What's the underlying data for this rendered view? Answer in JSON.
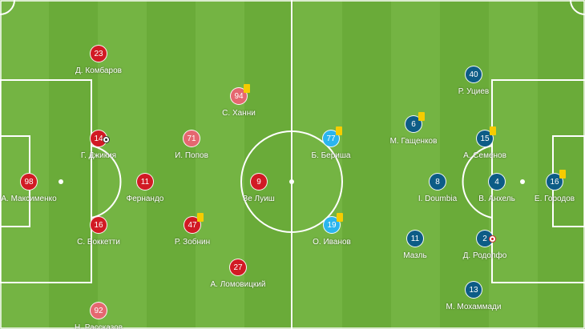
{
  "home_players": [
    {
      "number": "23",
      "name": "Д. Комбаров",
      "sub": false,
      "yellow_card": false,
      "event": ""
    },
    {
      "number": "94",
      "name": "С. Ханни",
      "sub": true,
      "yellow_card": true,
      "event": ""
    },
    {
      "number": "14",
      "name": "Г. Джикия",
      "sub": false,
      "yellow_card": false,
      "event": "ball"
    },
    {
      "number": "71",
      "name": "И. Попов",
      "sub": true,
      "yellow_card": false,
      "event": ""
    },
    {
      "number": "98",
      "name": "А. Максименко",
      "sub": false,
      "yellow_card": false,
      "event": ""
    },
    {
      "number": "11",
      "name": "Фернандо",
      "sub": false,
      "yellow_card": false,
      "event": ""
    },
    {
      "number": "9",
      "name": "Зе Луиш",
      "sub": false,
      "yellow_card": false,
      "event": ""
    },
    {
      "number": "16",
      "name": "С. Боккетти",
      "sub": false,
      "yellow_card": false,
      "event": ""
    },
    {
      "number": "47",
      "name": "Р. Зобнин",
      "sub": false,
      "yellow_card": true,
      "event": ""
    },
    {
      "number": "27",
      "name": "А. Ломовицкий",
      "sub": false,
      "yellow_card": false,
      "event": ""
    },
    {
      "number": "92",
      "name": "Н. Рассказов",
      "sub": true,
      "yellow_card": false,
      "event": ""
    }
  ],
  "away_players": [
    {
      "number": "40",
      "name": "Р. Уциев",
      "sub": false,
      "yellow_card": false,
      "event": ""
    },
    {
      "number": "77",
      "name": "Б. Бериша",
      "sub": true,
      "yellow_card": true,
      "event": ""
    },
    {
      "number": "6",
      "name": "М. Гащенков",
      "sub": false,
      "yellow_card": true,
      "event": ""
    },
    {
      "number": "15",
      "name": "А. Семенов",
      "sub": false,
      "yellow_card": true,
      "event": ""
    },
    {
      "number": "8",
      "name": "I. Doumbia",
      "sub": false,
      "yellow_card": false,
      "event": ""
    },
    {
      "number": "4",
      "name": "В. Анхель",
      "sub": false,
      "yellow_card": false,
      "event": ""
    },
    {
      "number": "16",
      "name": "Е. Городов",
      "sub": false,
      "yellow_card": true,
      "event": ""
    },
    {
      "number": "19",
      "name": "О. Иванов",
      "sub": true,
      "yellow_card": true,
      "event": ""
    },
    {
      "number": "11",
      "name": "Мазль",
      "sub": false,
      "yellow_card": false,
      "event": ""
    },
    {
      "number": "2",
      "name": "Д. Родолфо",
      "sub": false,
      "yellow_card": false,
      "event": "sub-out"
    },
    {
      "number": "13",
      "name": "М. Мохаммади",
      "sub": false,
      "yellow_card": false,
      "event": ""
    }
  ],
  "colors": {
    "home": "#d11a24",
    "home_sub": "#e56770",
    "away": "#0d5c86",
    "away_sub": "#2bb5ee",
    "card": "#f6cc00"
  }
}
